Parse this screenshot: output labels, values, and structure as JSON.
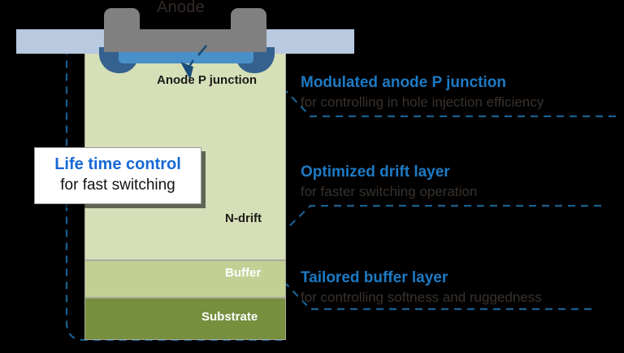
{
  "diagram": {
    "title": "Anode",
    "device": {
      "layers": [
        {
          "id": "ndrift",
          "label": "N-drift",
          "color": "#d5dfb8"
        },
        {
          "id": "buffer",
          "label": "Buffer",
          "color": "#c2d094"
        },
        {
          "id": "substrate",
          "label": "Substrate",
          "color": "#778f3f"
        }
      ],
      "anode": {
        "metal_color": "#808080",
        "oxide_color": "#b9c9e0",
        "p_emitter_color": "#4a90c8",
        "p_well_color": "#35618f",
        "junction_label": "Anode P junction"
      }
    },
    "callout": {
      "title": "Life time control",
      "subtitle": "for fast switching",
      "title_color": "#1769d6"
    },
    "annotations": [
      {
        "title": "Modulated anode P junction",
        "subtitle": "for controlling in hole injection efficiency"
      },
      {
        "title": "Optimized drift layer",
        "subtitle": "for faster switching operation"
      },
      {
        "title": "Tailored buffer layer",
        "subtitle": "for controlling softness and ruggedness"
      }
    ],
    "accent_color": "#1d7ac4",
    "connector_color": "#1a5f8f"
  }
}
